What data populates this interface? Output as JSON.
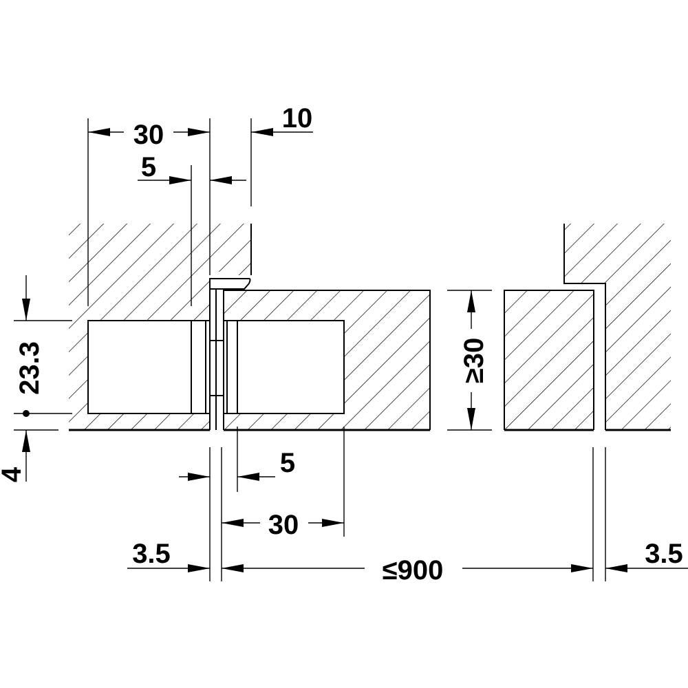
{
  "diagram": {
    "labels": {
      "width_left_leaf": "30",
      "gap_top": "10",
      "offset_left": "5",
      "height_hinge": "23.3",
      "bottom_offset": "4",
      "frame_depth": "≥30",
      "offset_right": "5",
      "width_right_leaf": "30",
      "clearance_left": "3.5",
      "door_width": "≤900",
      "clearance_right": "3.5"
    }
  }
}
